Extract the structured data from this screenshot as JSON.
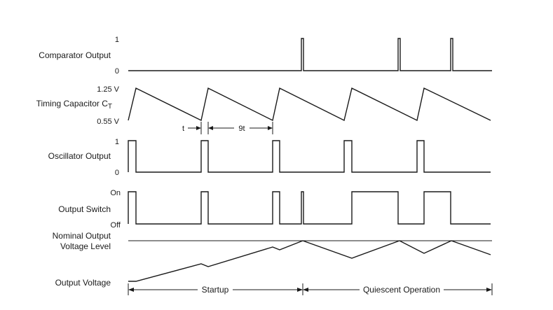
{
  "labels": {
    "comparator_output": "Comparator Output",
    "timing_capacitor": "Timing Capacitor C",
    "timing_capacitor_sub": "T",
    "oscillator_output": "Oscillator Output",
    "output_switch": "Output Switch",
    "nominal_output_line1": "Nominal Output",
    "nominal_output_line2": "Voltage Level",
    "output_voltage": "Output Voltage"
  },
  "levels": {
    "comparator_high": "1",
    "comparator_low": "0",
    "cap_high": "1.25 V",
    "cap_low": "0.55 V",
    "osc_high": "1",
    "osc_low": "0",
    "switch_on": "On",
    "switch_off": "Off"
  },
  "intervals": {
    "t": "t",
    "nine_t": "9t"
  },
  "phases": {
    "startup": "Startup",
    "quiescent": "Quiescent Operation"
  }
}
